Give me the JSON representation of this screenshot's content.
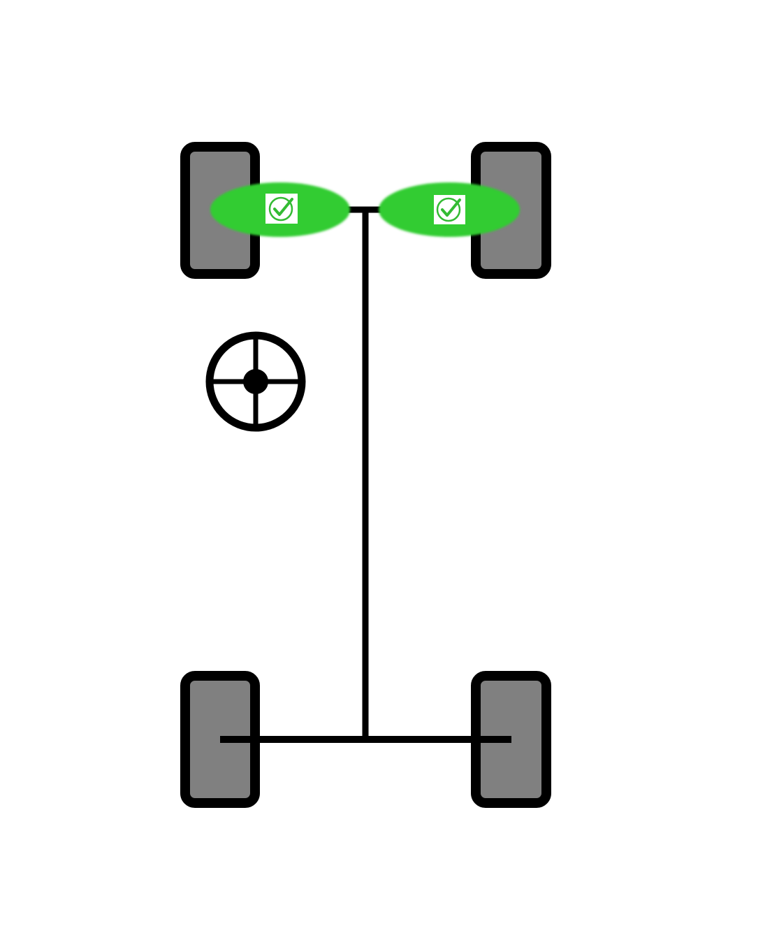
{
  "diagram": {
    "colors": {
      "wheel_fill": "#808080",
      "outline": "#000000",
      "status_ok": "#33cc33",
      "background": "#ffffff"
    },
    "wheels": [
      {
        "position": "front-left"
      },
      {
        "position": "front-right"
      },
      {
        "position": "rear-left"
      },
      {
        "position": "rear-right"
      }
    ],
    "front_wheel_status": [
      {
        "position": "front-left",
        "status": "ok",
        "icon": "check-circle-icon"
      },
      {
        "position": "front-right",
        "status": "ok",
        "icon": "check-circle-icon"
      }
    ],
    "steering_wheel_icon": "steering-wheel-icon"
  }
}
